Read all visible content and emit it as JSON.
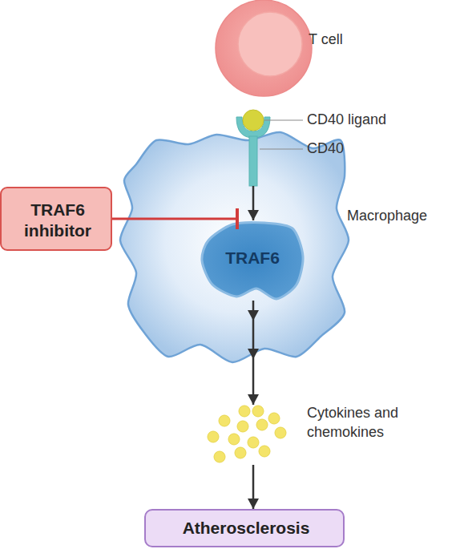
{
  "diagram": {
    "nodes": [
      {
        "text": [
          "T cell"
        ]
      },
      {
        "text": [
          "CD40 ligand"
        ]
      },
      {
        "text": [
          "CD40"
        ]
      },
      {
        "text": [
          "TRAF6 inhibitor"
        ]
      },
      {
        "text": [
          "Macrophage"
        ]
      },
      {
        "text": [
          "TRAF6"
        ],
        "in": 4
      },
      {
        "text": [
          "Cytokines and chemokines"
        ]
      },
      {
        "text": [
          "Atherosclerosis"
        ]
      }
    ],
    "edges": [
      {
        "from": 2,
        "to": 5,
        "arrow": "to"
      },
      {
        "from": 3,
        "to": 5,
        "arrow": "to"
      },
      {
        "from": 5,
        "to": 6,
        "arrow": "to"
      },
      {
        "from": 6,
        "to": 7,
        "arrow": "to"
      }
    ]
  }
}
